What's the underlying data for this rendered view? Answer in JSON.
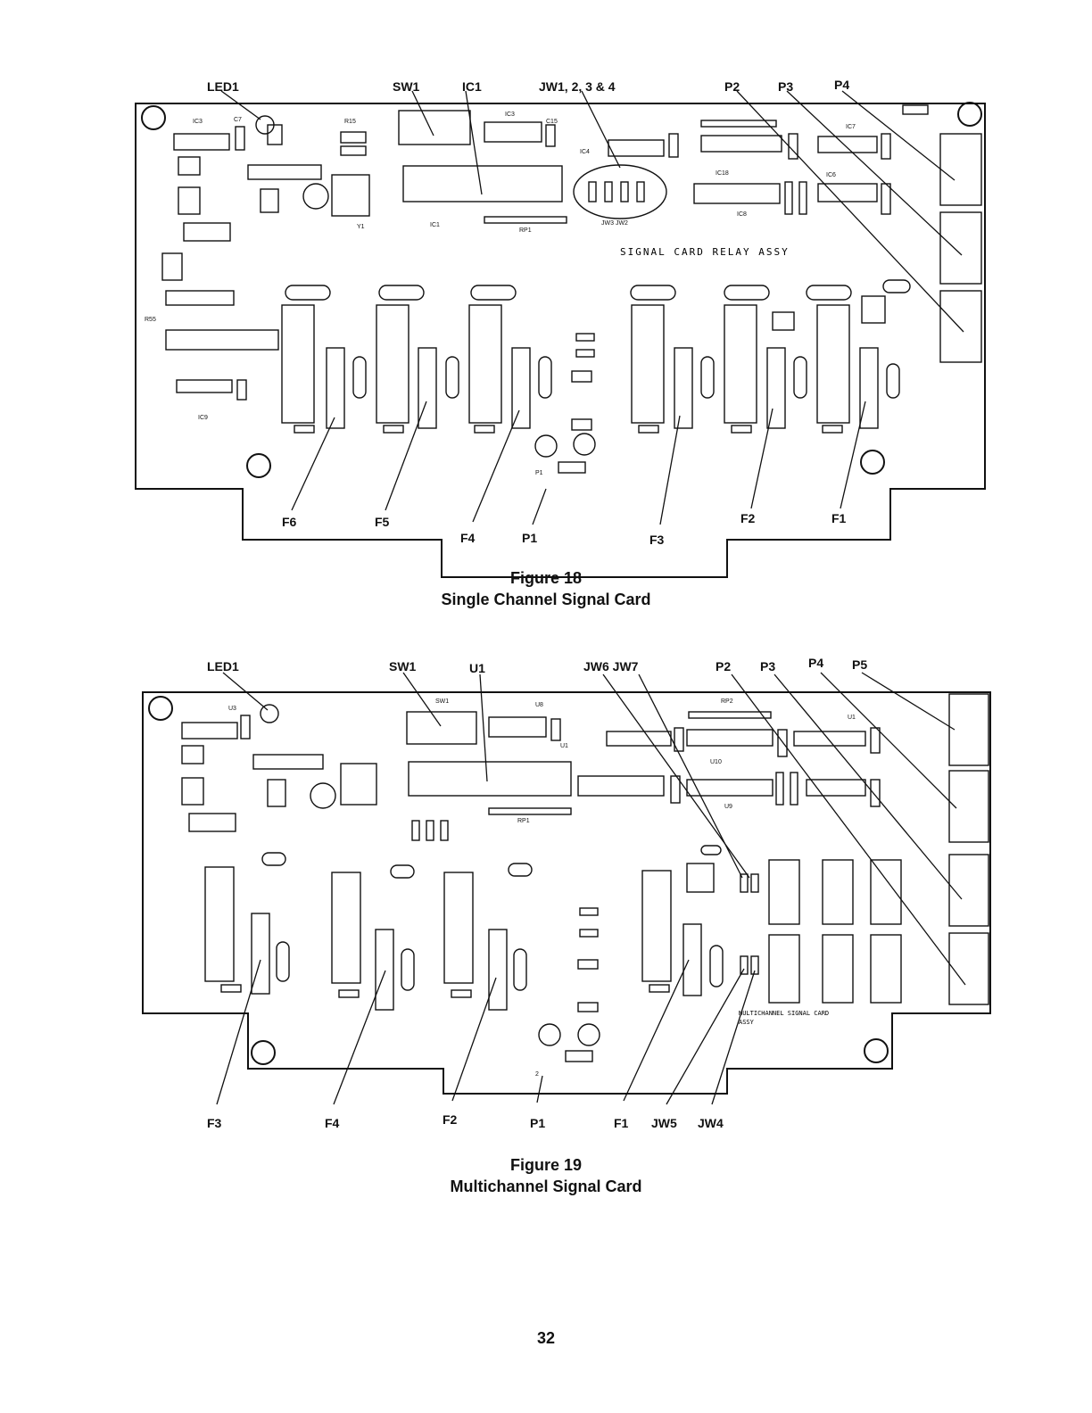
{
  "figure18": {
    "number": "Figure 18",
    "title": "Single Channel Signal Card",
    "board_marking": "SIGNAL CARD RELAY ASSY",
    "callouts": {
      "led1": "LED1",
      "sw1": "SW1",
      "ic1": "IC1",
      "jw": "JW1, 2, 3 & 4",
      "p2": "P2",
      "p3": "P3",
      "p4": "P4",
      "f6": "F6",
      "f5": "F5",
      "f4": "F4",
      "p1": "P1",
      "f3": "F3",
      "f2": "F2",
      "f1": "F1"
    }
  },
  "figure19": {
    "number": "Figure 19",
    "title": "Multichannel Signal Card",
    "board_marking_1": "MULTICHANNEL SIGNAL CARD",
    "board_marking_2": "ASSY",
    "callouts": {
      "led1": "LED1",
      "sw1": "SW1",
      "u1": "U1",
      "jw6_jw7": "JW6 JW7",
      "p2": "P2",
      "p3": "P3",
      "p4": "P4",
      "p5": "P5",
      "f3": "F3",
      "f4": "F4",
      "f2": "F2",
      "p1": "P1",
      "f1": "F1",
      "jw5": "JW5",
      "jw4": "JW4"
    }
  },
  "page_number": "32"
}
